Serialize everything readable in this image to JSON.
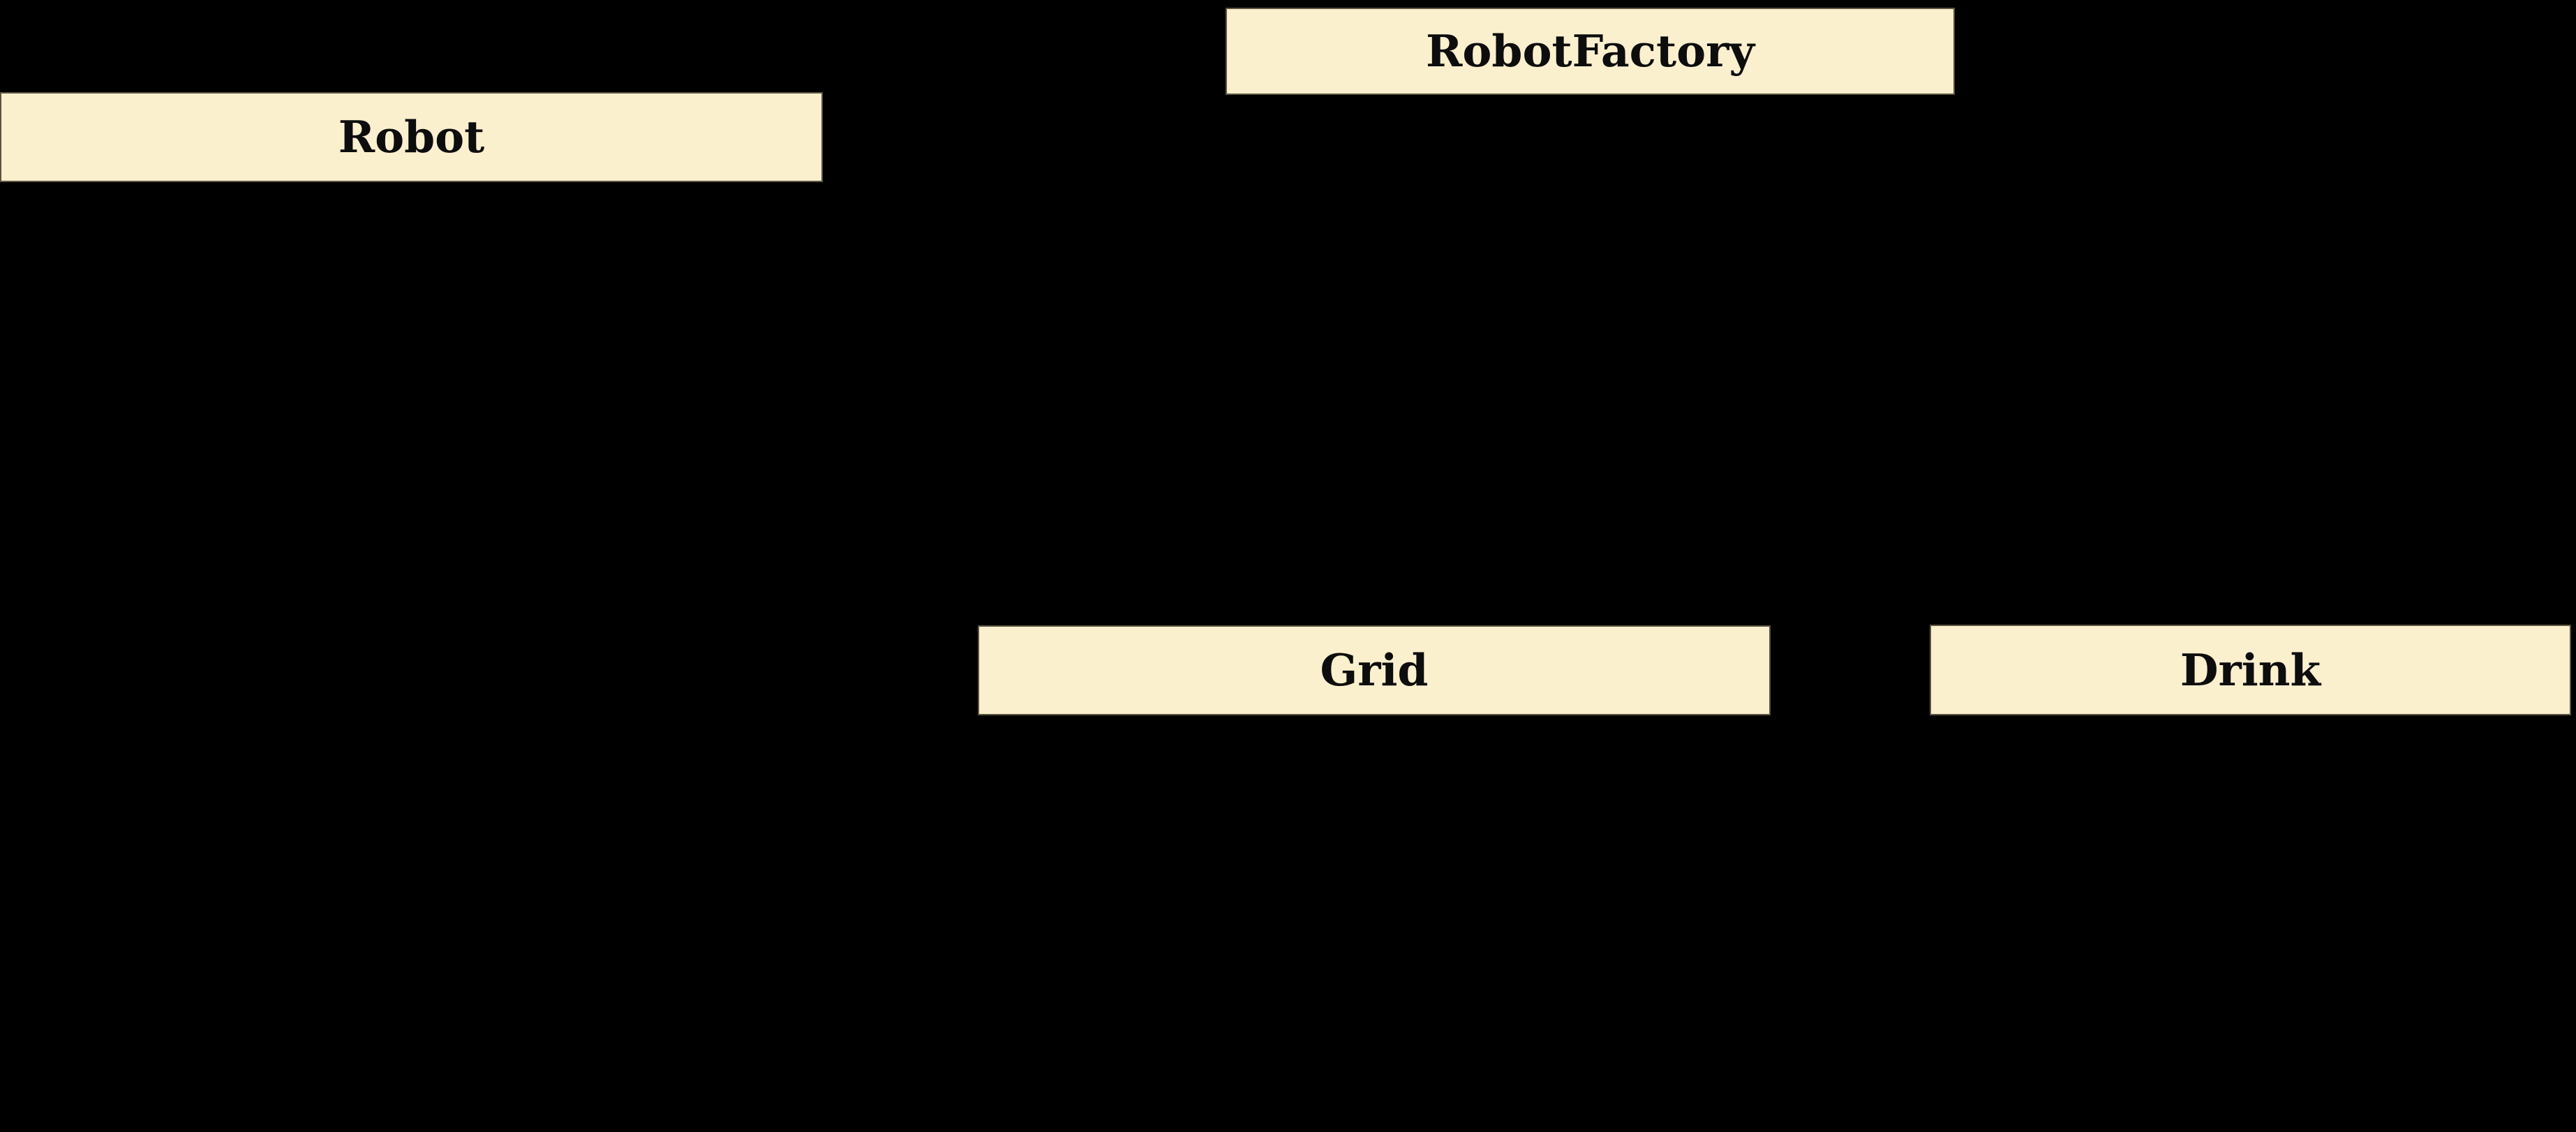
{
  "diagram": {
    "type": "uml-class-diagram",
    "background_color": "#000000",
    "colors": {
      "node_fill": "#FBF0CE",
      "node_border": "#5A5440",
      "node_text": "#0D0D0D"
    },
    "classes": [
      {
        "name": "Robot"
      },
      {
        "name": "RobotFactory"
      },
      {
        "name": "Grid"
      },
      {
        "name": "Drink"
      }
    ]
  }
}
